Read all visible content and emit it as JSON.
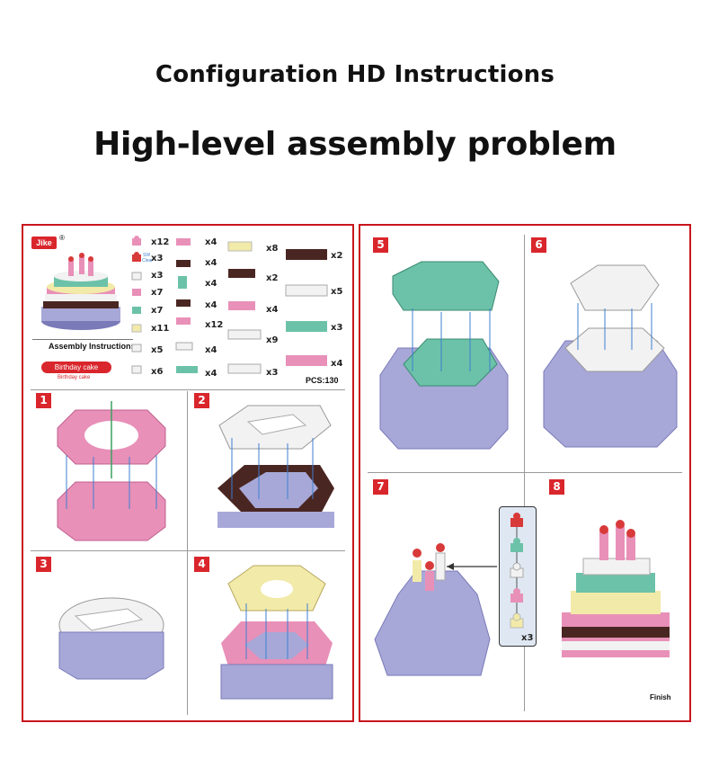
{
  "header": {
    "title": "Configuration HD Instructions",
    "subtitle": "High-level assembly problem"
  },
  "parts_panel": {
    "brand": "Jike",
    "registered": "®",
    "manual_title": "Assembly Instructions",
    "product_badge": "Birthday cake",
    "product_caption": "Birthday cake",
    "piece_count": "PCS:130",
    "sw_label": "SW",
    "sw_sub": "Clear",
    "quantities": {
      "col1": [
        "x12",
        "x3",
        "x3",
        "x7",
        "x7",
        "x11",
        "x5",
        "x6"
      ],
      "col2": [
        "x4",
        "x4",
        "x4",
        "x4",
        "x12",
        "x4",
        "x4"
      ],
      "col3": [
        "x8",
        "x2",
        "x4",
        "x9",
        "x3"
      ],
      "col4": [
        "x2",
        "x5",
        "x3",
        "x4"
      ]
    }
  },
  "steps": [
    {
      "number": "1"
    },
    {
      "number": "2"
    },
    {
      "number": "3"
    },
    {
      "number": "4"
    },
    {
      "number": "5"
    },
    {
      "number": "6"
    },
    {
      "number": "7"
    },
    {
      "number": "8"
    }
  ],
  "callout": {
    "multiplier": "x3"
  },
  "finish_label": "Finish",
  "colors": {
    "frame": "#c8161d",
    "badge": "#d9262c",
    "pink": "#e890b8",
    "brown": "#4a2622",
    "white": "#f2f2f2",
    "teal": "#6cc2a8",
    "yellow": "#f2eaa8",
    "lavender": "#a7a8d8",
    "red": "#d83a3a",
    "arrow": "#3d7fd0"
  }
}
